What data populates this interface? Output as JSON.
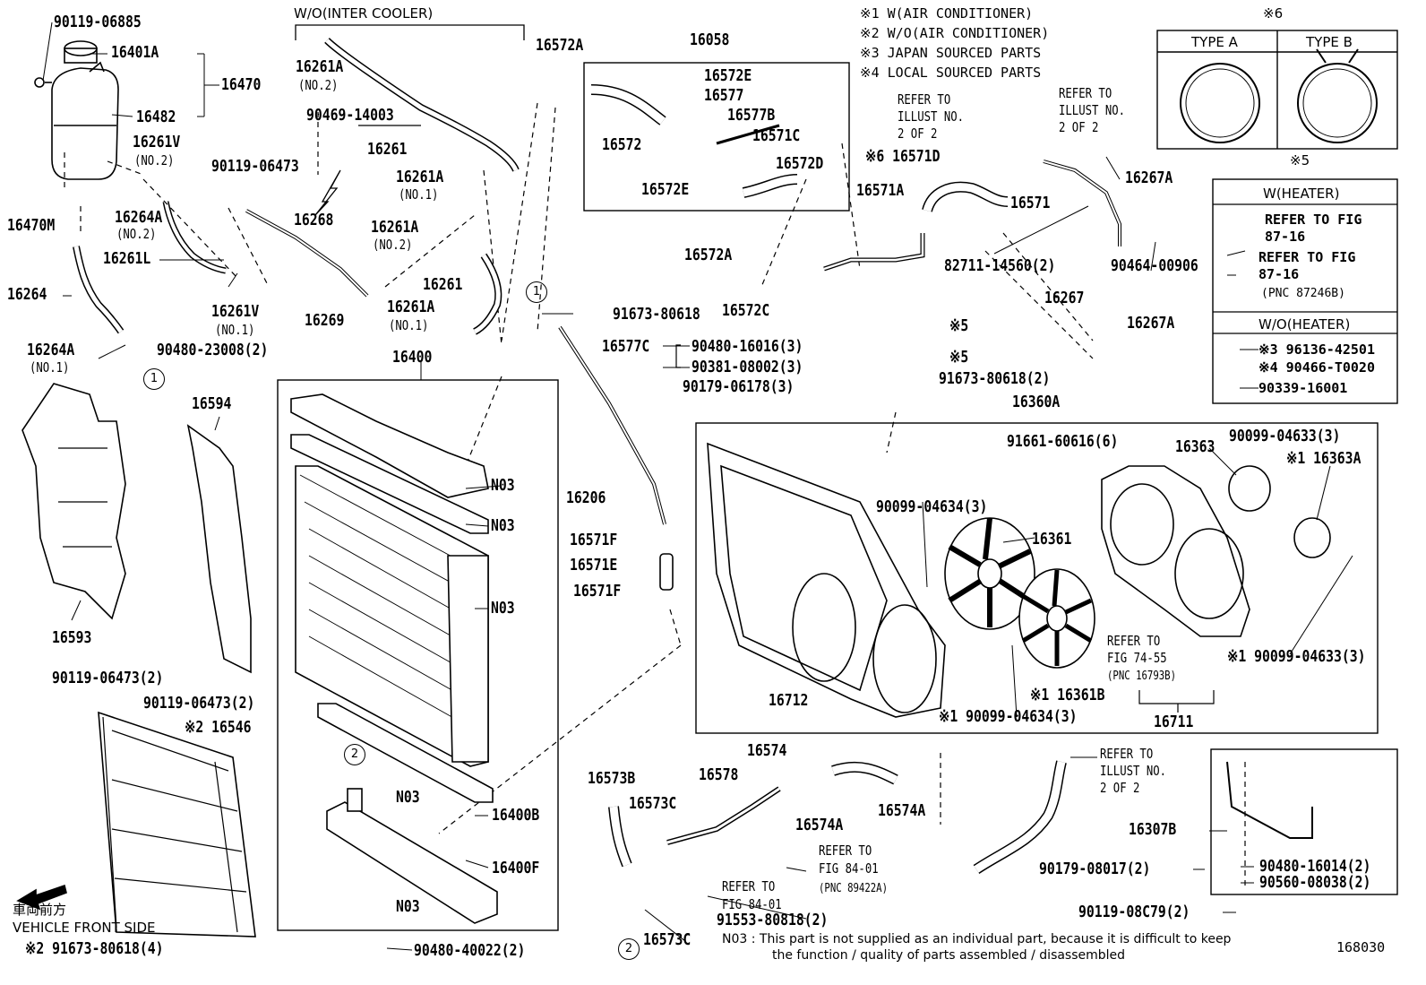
{
  "diagram_id": "168030",
  "legend": {
    "items": [
      "※1 W(AIR CONDITIONER)",
      "※2 W/O(AIR CONDITIONER)",
      "※3 JAPAN SOURCED PARTS",
      "※4 LOCAL SOURCED PARTS"
    ]
  },
  "type_box": {
    "mark": "※6",
    "type_a": "TYPE A",
    "type_b": "TYPE B"
  },
  "heater_box": {
    "mark": "※5",
    "w_heater": "W(HEATER)",
    "wo_heater": "W/O(HEATER)",
    "refer1": "REFER TO FIG 87-16",
    "refer2": "REFER TO FIG 87-16",
    "refer2_pnc": "(PNC 87246B)",
    "part1": "※3 96136-42501",
    "part2": "※4 90466-T0020",
    "part3": "90339-16001"
  },
  "group_titles": {
    "intercooler": "W/O(INTER COOLER)",
    "hose_group": "16058",
    "radiator": "16400",
    "fan_group": "16360A"
  },
  "footnote": {
    "line1": "N03 : This part is not supplied as an individual part, because it is difficult to keep",
    "line2": "the function / quality of parts assembled / disassembled"
  },
  "front": {
    "jp": "車両前方",
    "en": "VEHICLE FRONT SIDE"
  },
  "labels": {
    "l01": "90119-06885",
    "l02": "16401A",
    "l03": "16470",
    "l04": "16482",
    "l05": "16261V",
    "l06": "(NO.2)",
    "l07": "16470M",
    "l08": "16264A",
    "l09": "(NO.2)",
    "l10": "16261L",
    "l11": "16264",
    "l12": "16261V",
    "l13": "(NO.1)",
    "l14": "16264A",
    "l15": "(NO.1)",
    "l16": "16594",
    "l17": "16593",
    "l18": "90119-06473(2)",
    "l19": "90119-06473(2)",
    "l20": "※2 16546",
    "l21": "※2 91673-80618(4)",
    "l22": "16261A",
    "l23": "(NO.2)",
    "l24": "90469-14003",
    "l25": "16261",
    "l26": "90119-06473",
    "l27": "16268",
    "l28": "16261A",
    "l29": "(NO.1)",
    "l30": "16261A",
    "l31": "(NO.2)",
    "l32": "16261",
    "l33": "16269",
    "l34": "16261A",
    "l35": "(NO.1)",
    "l36": "90480-23008(2)",
    "l37": "N03",
    "l38": "N03",
    "l39": "N03",
    "l40": "N03",
    "l41": "16400B",
    "l42": "16400F",
    "l43": "N03",
    "l44": "90480-40022(2)",
    "l45": "16572A",
    "l46": "16572E",
    "l47": "16577",
    "l48": "16577B",
    "l49": "16572",
    "l50": "16571C",
    "l51": "16572D",
    "l52": "16572E",
    "l53": "16572A",
    "l54": "16572C",
    "l55": "91673-80618",
    "l56": "16577C",
    "l57": "90480-16016(3)",
    "l58": "90381-08002(3)",
    "l59": "90179-06178(3)",
    "l60": "16206",
    "l61": "16571F",
    "l62": "16571E",
    "l63": "16571F",
    "l64": "REFER TO",
    "l65": "ILLUST NO.",
    "l66": "2 OF 2",
    "l67": "REFER TO",
    "l68": "ILLUST NO.",
    "l69": "2 OF 2",
    "l70": "※6 16571D",
    "l71": "16571A",
    "l72": "16571",
    "l73": "16267A",
    "l74": "82711-14560(2)",
    "l75": "90464-00906",
    "l76": "16267",
    "l77": "※5",
    "l78": "※5",
    "l79": "16267A",
    "l80": "91673-80618(2)",
    "l81": "91661-60616(6)",
    "l82": "16363",
    "l83": "90099-04633(3)",
    "l84": "※1 16363A",
    "l85": "90099-04634(3)",
    "l86": "16361",
    "l87": "REFER TO",
    "l88": "FIG 74-55",
    "l89": "(PNC 16793B)",
    "l90": "※1 90099-04633(3)",
    "l91": "※1 16361B",
    "l92": "16712",
    "l93": "※1 90099-04634(3)",
    "l94": "16711",
    "l95": "16573B",
    "l96": "16578",
    "l97": "16574",
    "l98": "16573C",
    "l99": "16574A",
    "l100": "16574A",
    "l101": "REFER TO",
    "l102": "FIG 84-01",
    "l103": "(PNC 89422A)",
    "l104": "REFER TO",
    "l105": "FIG 84-01",
    "l106": "91553-80818(2)",
    "l107": "16573C",
    "l108": "REFER TO",
    "l109": "ILLUST NO.",
    "l110": "2 OF 2",
    "l111": "16307B",
    "l112": "90179-08017(2)",
    "l113": "90480-16014(2)",
    "l114": "90560-08038(2)",
    "l115": "90119-08C79(2)"
  },
  "callouts": {
    "c1": "1",
    "c2": "2"
  }
}
